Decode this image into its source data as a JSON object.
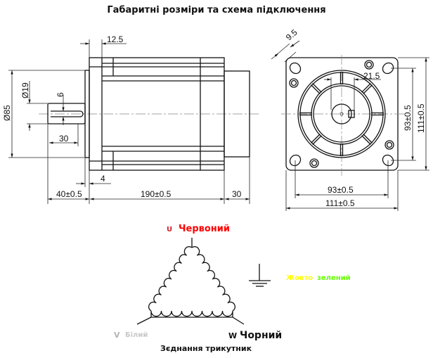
{
  "title": "Габаритні розміри та схема підключення",
  "side_view": {
    "dim_flange": "12.5",
    "dim_body_dia": "Ø85",
    "dim_shaft_dia": "Ø19",
    "dim_key": "6",
    "dim_key_len": "30",
    "dim_pilot": "4",
    "dim_shaft_len": "40±0.5",
    "dim_body_len": "190±0.5",
    "dim_rear": "30"
  },
  "front_view": {
    "dim_hole": "9.5",
    "dim_hub": "21.5",
    "dim_bolt_v": "93±0.5",
    "dim_size_v": "111±0.5",
    "dim_bolt_h": "93±0.5",
    "dim_size_h": "111±0.5"
  },
  "wiring": {
    "u_letter": "U",
    "u_color": "Червоний",
    "v_letter": "V",
    "v_color": "Білий",
    "w_letter": "W",
    "w_color": "Чорний",
    "ground_part1": "Жовто",
    "ground_part2": "зелений",
    "caption": "Зєднання трикутник",
    "colors": {
      "red": "#ff0000",
      "white": "#c8c8c8",
      "black": "#111111",
      "yellow": "#ffff00",
      "green": "#66ff00"
    }
  }
}
